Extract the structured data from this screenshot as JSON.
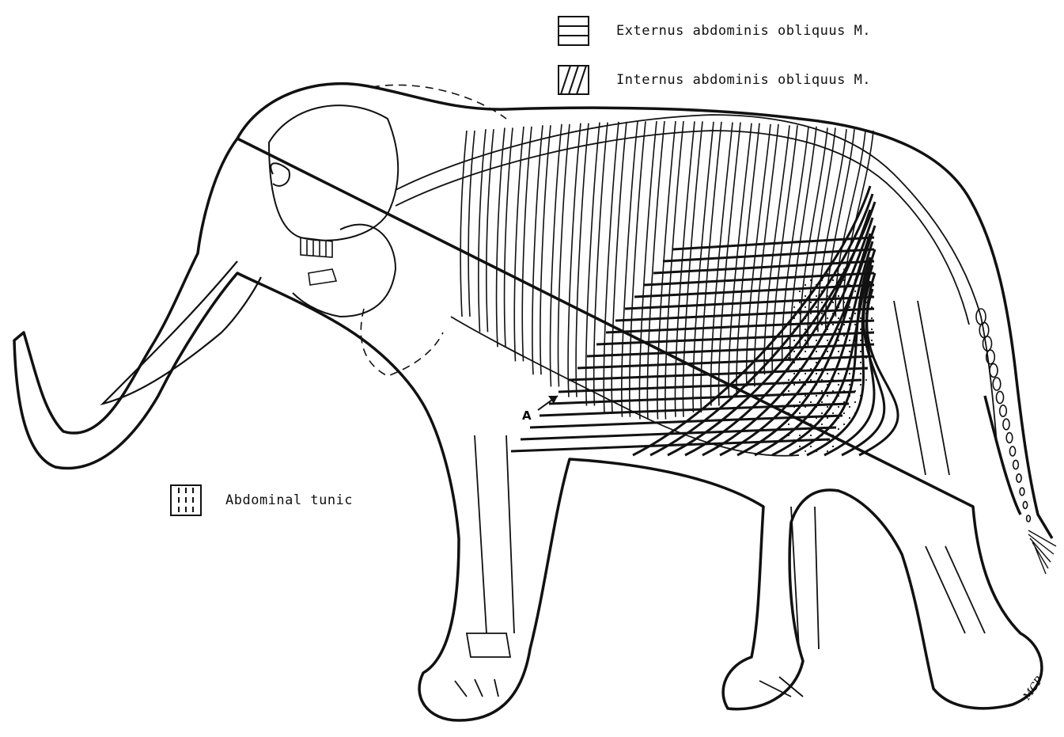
{
  "legend": {
    "external": {
      "label": "Externus abdominis obliquus M.",
      "pattern": "horizontal-lines"
    },
    "internal": {
      "label": "Internus abdominis obliquus M.",
      "pattern": "diagonal-hatch"
    },
    "tunic": {
      "label": "Abdominal tunic",
      "pattern": "dashed-vertical-lines"
    }
  },
  "annotations": {
    "pointer_label": "A",
    "signature": "MCP"
  },
  "colors": {
    "ink": "#111111",
    "paper": "#ffffff"
  }
}
